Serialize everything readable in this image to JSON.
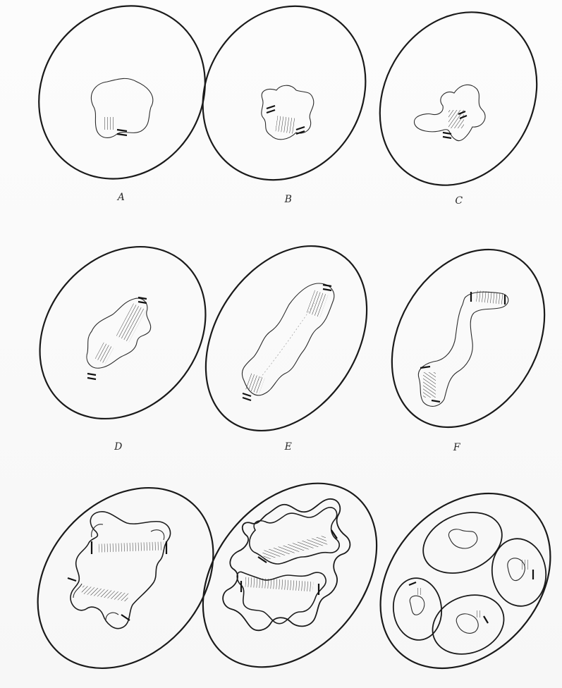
{
  "figure": {
    "panel_labels": {
      "a": "A",
      "b": "B",
      "c": "C",
      "d": "D",
      "e": "E",
      "f": "F"
    }
  }
}
